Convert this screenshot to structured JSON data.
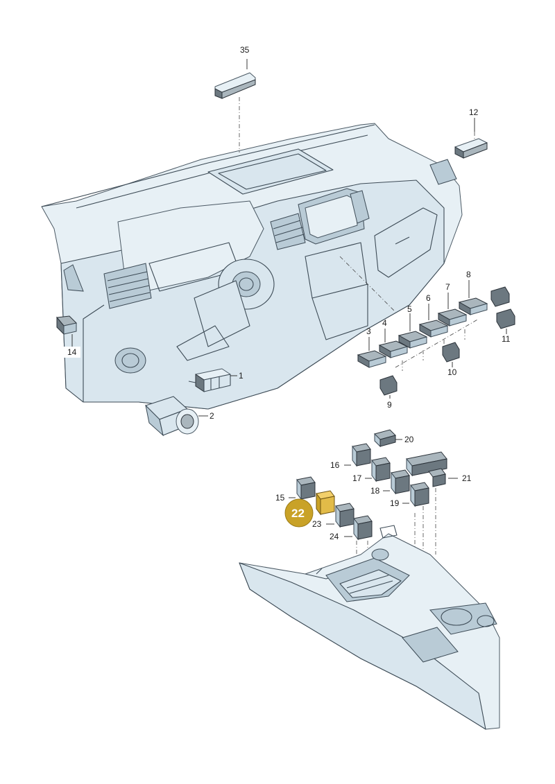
{
  "callouts": {
    "c1": "1",
    "c2": "2",
    "c3": "3",
    "c4": "4",
    "c5": "5",
    "c6": "6",
    "c7": "7",
    "c8": "8",
    "c9": "9",
    "c10": "10",
    "c11": "11",
    "c12": "12",
    "c14": "14",
    "c15": "15",
    "c16": "16",
    "c17": "17",
    "c18": "18",
    "c19": "19",
    "c20": "20",
    "c21": "21",
    "c22": "22",
    "c23": "23",
    "c24": "24",
    "c35": "35"
  },
  "colors": {
    "highlight": "#c9a227",
    "highlight_part": "#f2cf6a",
    "panel": "#d9e6ee"
  }
}
